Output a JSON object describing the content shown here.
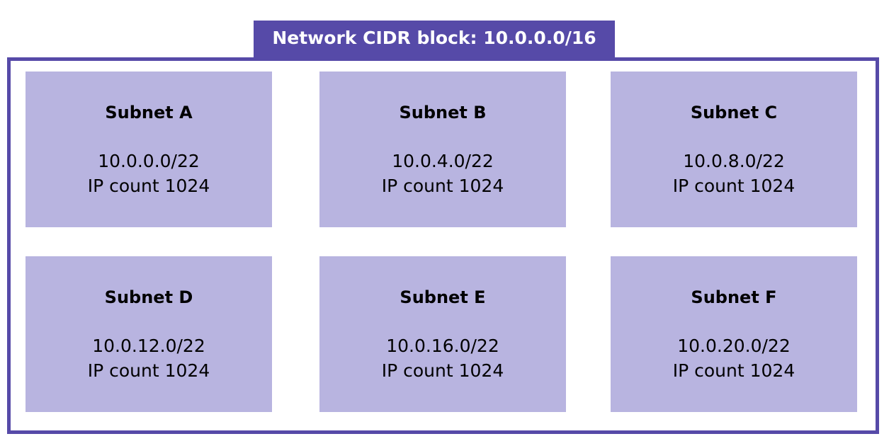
{
  "network": {
    "title": "Network CIDR block: 10.0.0.0/16"
  },
  "subnets": [
    {
      "name": "Subnet A",
      "cidr": "10.0.0.0/22",
      "ip_count": "IP count 1024"
    },
    {
      "name": "Subnet B",
      "cidr": "10.0.4.0/22",
      "ip_count": "IP count 1024"
    },
    {
      "name": "Subnet C",
      "cidr": "10.0.8.0/22",
      "ip_count": "IP count 1024"
    },
    {
      "name": "Subnet D",
      "cidr": "10.0.12.0/22",
      "ip_count": "IP count 1024"
    },
    {
      "name": "Subnet E",
      "cidr": "10.0.16.0/22",
      "ip_count": "IP count 1024"
    },
    {
      "name": "Subnet F",
      "cidr": "10.0.20.0/22",
      "ip_count": "IP count 1024"
    }
  ],
  "colors": {
    "header_background": "#564aa8",
    "subnet_background": "#b8b4e0",
    "border": "#564aa8"
  }
}
